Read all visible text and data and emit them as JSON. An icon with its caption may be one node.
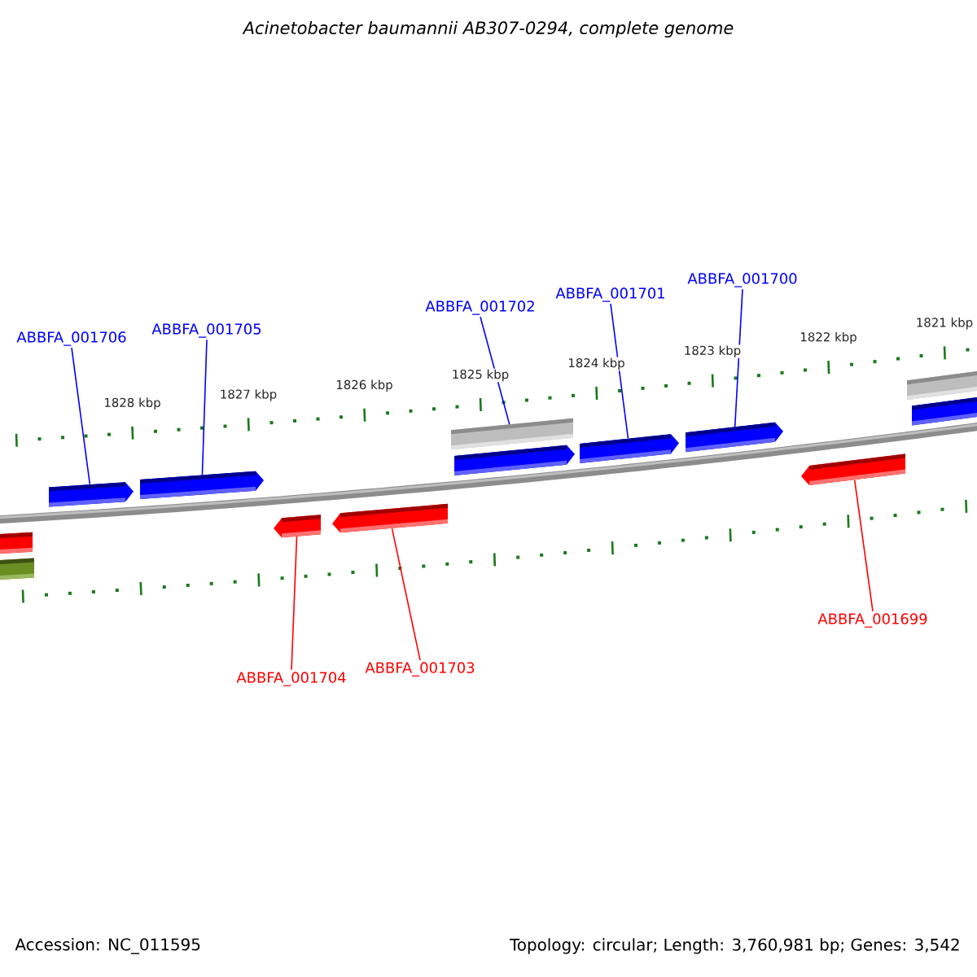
{
  "diagram": {
    "title": "Acinetobacter baumannii AB307-0294, complete genome",
    "nodes": [
      {
        "text": [
          "ABBFA_001706"
        ]
      },
      {
        "text": [
          "ABBFA_001705"
        ]
      },
      {
        "text": [
          "ABBFA_001702"
        ]
      },
      {
        "text": [
          "ABBFA_001701"
        ]
      },
      {
        "text": [
          "ABBFA_001700"
        ]
      },
      {
        "text": [
          "ABBFA_001704"
        ]
      },
      {
        "text": [
          "ABBFA_001703"
        ]
      },
      {
        "text": [
          "ABBFA_001699"
        ]
      },
      {
        "text": [],
        "shape": "arrow"
      },
      {
        "text": [],
        "shape": "bar"
      },
      {
        "text": [],
        "shape": "arrow"
      },
      {
        "text": [],
        "shape": "arrow"
      },
      {
        "text": [],
        "shape": "arrow"
      },
      {
        "text": [],
        "shape": "arrow"
      },
      {
        "text": [],
        "shape": "bar"
      },
      {
        "text": [],
        "shape": "arrow"
      },
      {
        "text": [],
        "shape": "arrow"
      },
      {
        "text": [],
        "shape": "arrow"
      },
      {
        "text": [],
        "shape": "arrow"
      },
      {
        "text": [],
        "shape": "bar"
      },
      {
        "text": [],
        "shape": "arrow"
      }
    ],
    "edges": [
      {
        "from": 0,
        "to": 10,
        "arrow": "none"
      },
      {
        "from": 1,
        "to": 11,
        "arrow": "none"
      },
      {
        "from": 2,
        "to": 14,
        "arrow": "none"
      },
      {
        "from": 3,
        "to": 16,
        "arrow": "none"
      },
      {
        "from": 4,
        "to": 17,
        "arrow": "none"
      },
      {
        "from": 5,
        "to": 12,
        "arrow": "none",
        "color": "#ff0000"
      },
      {
        "from": 6,
        "to": 13,
        "arrow": "none",
        "color": "#ff0000"
      },
      {
        "from": 7,
        "to": 18,
        "arrow": "none",
        "color": "#ff0000"
      }
    ],
    "labels": [
      "1828 kbp",
      "1827 kbp",
      "1826 kbp",
      "1825 kbp",
      "1824 kbp",
      "1823 kbp",
      "1822 kbp",
      "1821 kbp",
      "Accession: NC_011595",
      "Topology: circular; Length: 3,760,981 bp; Genes: 3,542"
    ]
  }
}
